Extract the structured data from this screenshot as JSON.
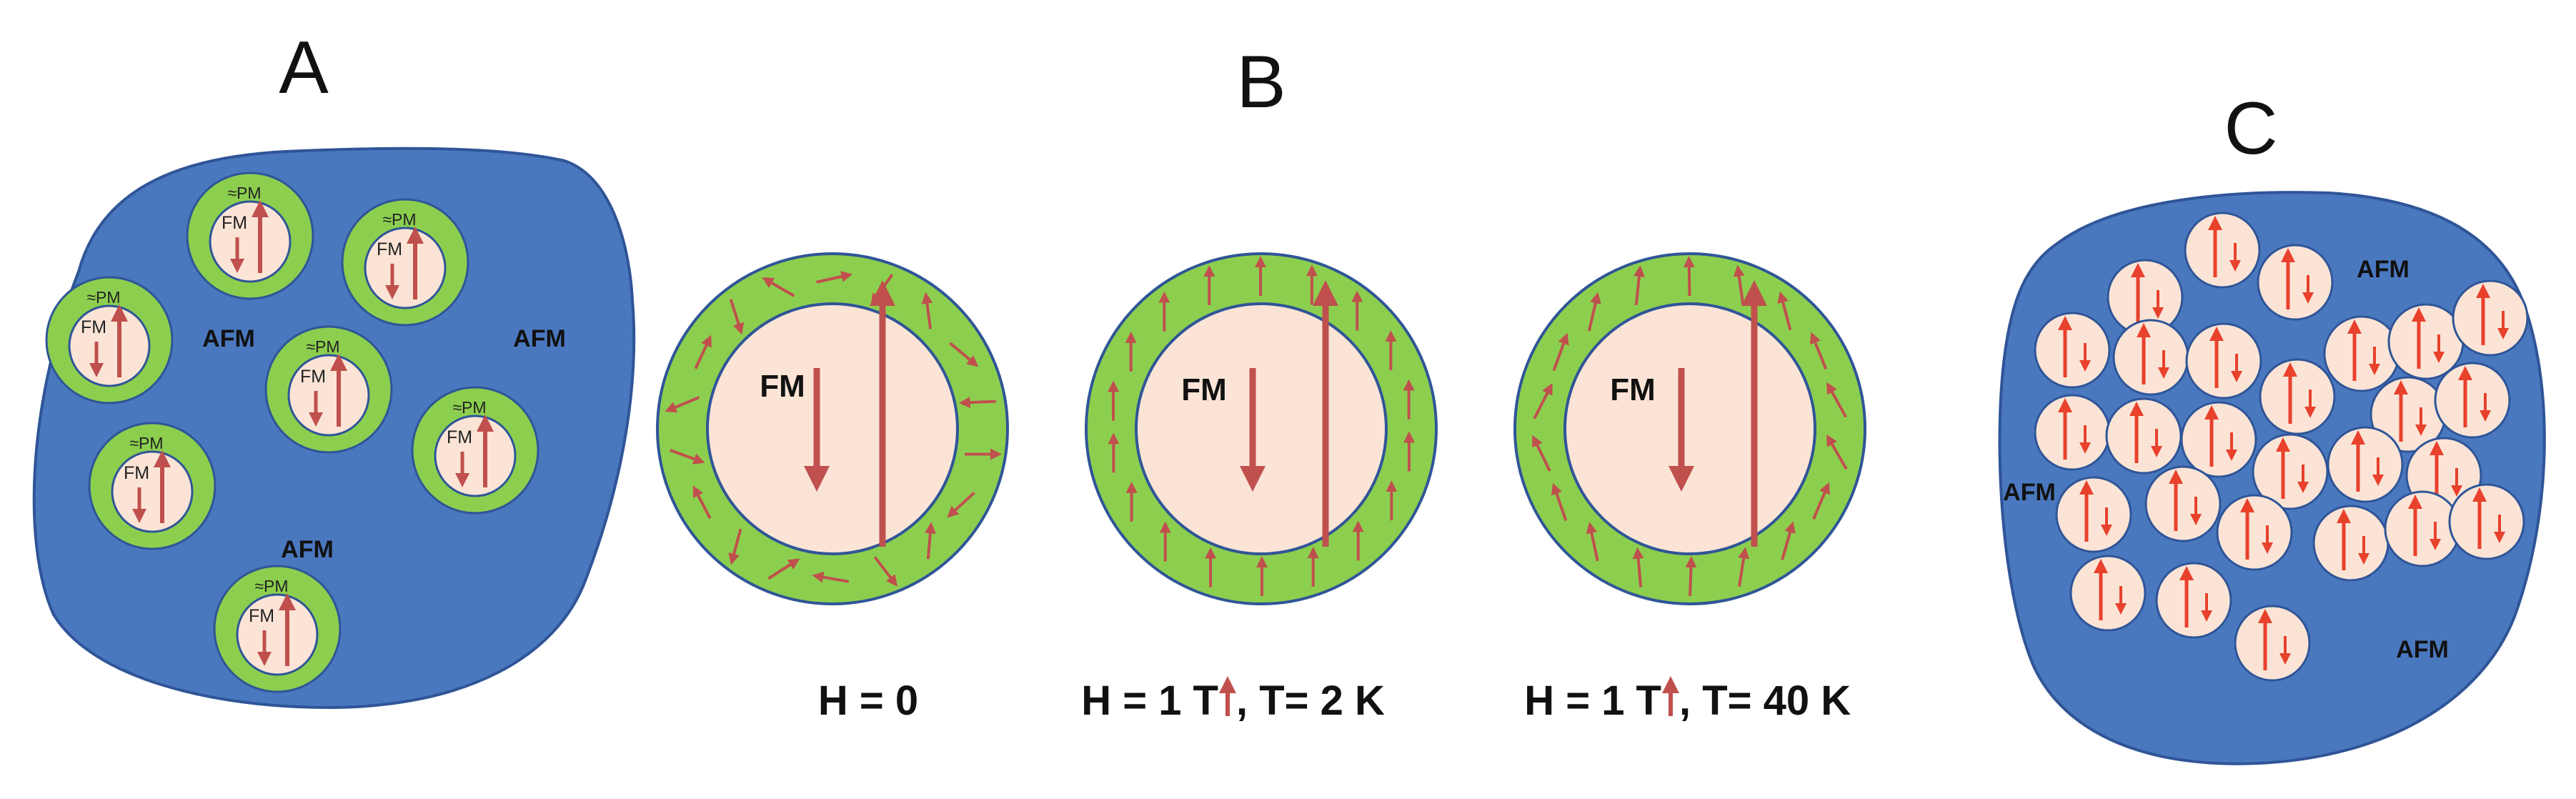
{
  "panels": {
    "a": {
      "letter": "A",
      "afm_labels": [
        "AFM",
        "AFM",
        "AFM"
      ],
      "shell_label": "≈PM",
      "core_label": "FM",
      "particle_count": 7
    },
    "b": {
      "letter": "B",
      "core_label": "FM",
      "conditions": [
        {
          "text_prefix": "H = 0",
          "text_suffix": ""
        },
        {
          "text_prefix": "H = 1 T ",
          "text_suffix": ", T= 2 K"
        },
        {
          "text_prefix": "H = 1 T ",
          "text_suffix": ", T= 40 K"
        }
      ]
    },
    "c": {
      "letter": "C",
      "afm_labels": [
        "AFM",
        "AFM",
        "AFM"
      ],
      "particle_count": 27
    }
  },
  "colors": {
    "matrix_blue": "#4a78bf",
    "shell_green": "#8ccf4f",
    "core_peach": "#fbe4d6",
    "outline_blue": "#2f5597",
    "arrow_red": "#c0504d",
    "arrow_bright": "#e8412c"
  },
  "icons": {
    "field_arrow": "up-arrow-icon"
  }
}
